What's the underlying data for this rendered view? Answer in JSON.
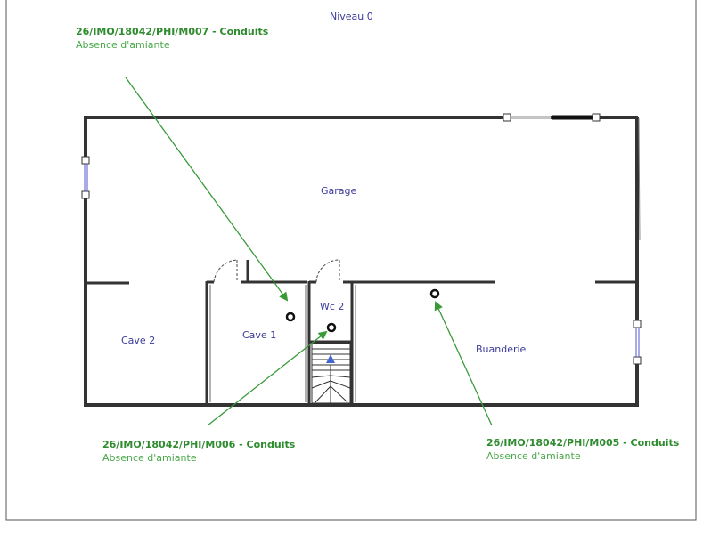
{
  "level": "Niveau 0",
  "rooms": {
    "garage": "Garage",
    "cave2": "Cave 2",
    "cave1": "Cave 1",
    "wc2": "Wc 2",
    "buanderie": "Buanderie"
  },
  "samples": [
    {
      "code": "26/IMO/18042/PHI/M007 - Conduits",
      "result": "Absence d'amiante"
    },
    {
      "code": "26/IMO/18042/PHI/M006 - Conduits",
      "result": "Absence d'amiante"
    },
    {
      "code": "26/IMO/18042/PHI/M005 - Conduits",
      "result": "Absence d'amiante"
    }
  ],
  "colors": {
    "wall": "#333333",
    "room_text": "#3a3a9a",
    "callout_code": "#2e8b2e",
    "callout_result": "#4aa84a",
    "arrow": "#3a9a3a"
  }
}
